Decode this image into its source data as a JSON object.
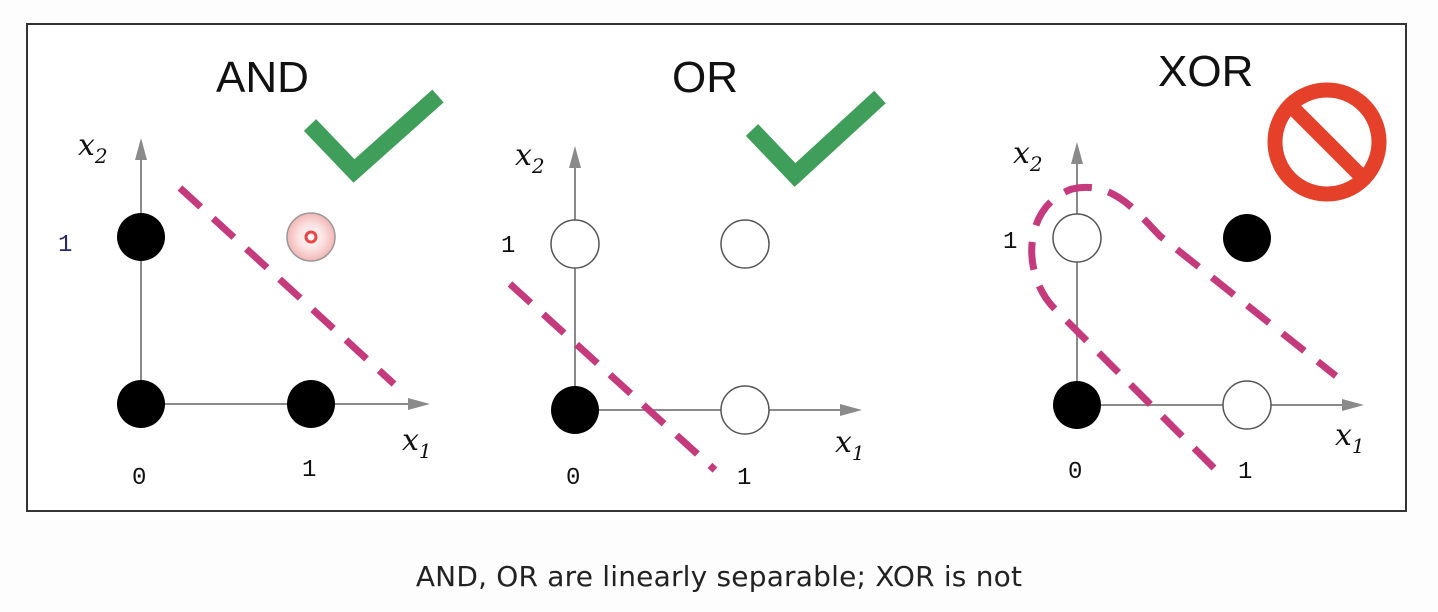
{
  "caption": "AND, OR are linearly separable; XOR is not",
  "panels": [
    {
      "title": "AND",
      "x_axis_label": "x",
      "x_axis_subscript": "1",
      "y_axis_label": "x",
      "y_axis_subscript": "2",
      "x_ticks": [
        "0",
        "1"
      ],
      "y_ticks": [
        "1"
      ],
      "status_icon": "check-icon",
      "points": [
        {
          "x1": 0,
          "x2": 0,
          "fill": "black"
        },
        {
          "x1": 1,
          "x2": 0,
          "fill": "black"
        },
        {
          "x1": 0,
          "x2": 1,
          "fill": "black"
        },
        {
          "x1": 1,
          "x2": 1,
          "fill": "white",
          "highlighted": true
        }
      ],
      "separator": "single-dashed-line"
    },
    {
      "title": "OR",
      "x_axis_label": "x",
      "x_axis_subscript": "1",
      "y_axis_label": "x",
      "y_axis_subscript": "2",
      "x_ticks": [
        "0",
        "1"
      ],
      "y_ticks": [
        "1"
      ],
      "status_icon": "check-icon",
      "points": [
        {
          "x1": 0,
          "x2": 0,
          "fill": "black"
        },
        {
          "x1": 1,
          "x2": 0,
          "fill": "white"
        },
        {
          "x1": 0,
          "x2": 1,
          "fill": "white"
        },
        {
          "x1": 1,
          "x2": 1,
          "fill": "white"
        }
      ],
      "separator": "single-dashed-line"
    },
    {
      "title": "XOR",
      "x_axis_label": "x",
      "x_axis_subscript": "1",
      "y_axis_label": "x",
      "y_axis_subscript": "2",
      "x_ticks": [
        "0",
        "1"
      ],
      "y_ticks": [
        "1"
      ],
      "status_icon": "prohibited-icon",
      "points": [
        {
          "x1": 0,
          "x2": 0,
          "fill": "black"
        },
        {
          "x1": 1,
          "x2": 0,
          "fill": "white"
        },
        {
          "x1": 0,
          "x2": 1,
          "fill": "white"
        },
        {
          "x1": 1,
          "x2": 1,
          "fill": "black"
        }
      ],
      "separator": "curved-dashed-boundary"
    }
  ],
  "colors": {
    "separator": "#c43a7c",
    "check": "#3f9e5a",
    "prohibited": "#e5402a",
    "axis": "#8a8a8a",
    "frame": "#333333",
    "highlight": "#ee4444"
  }
}
